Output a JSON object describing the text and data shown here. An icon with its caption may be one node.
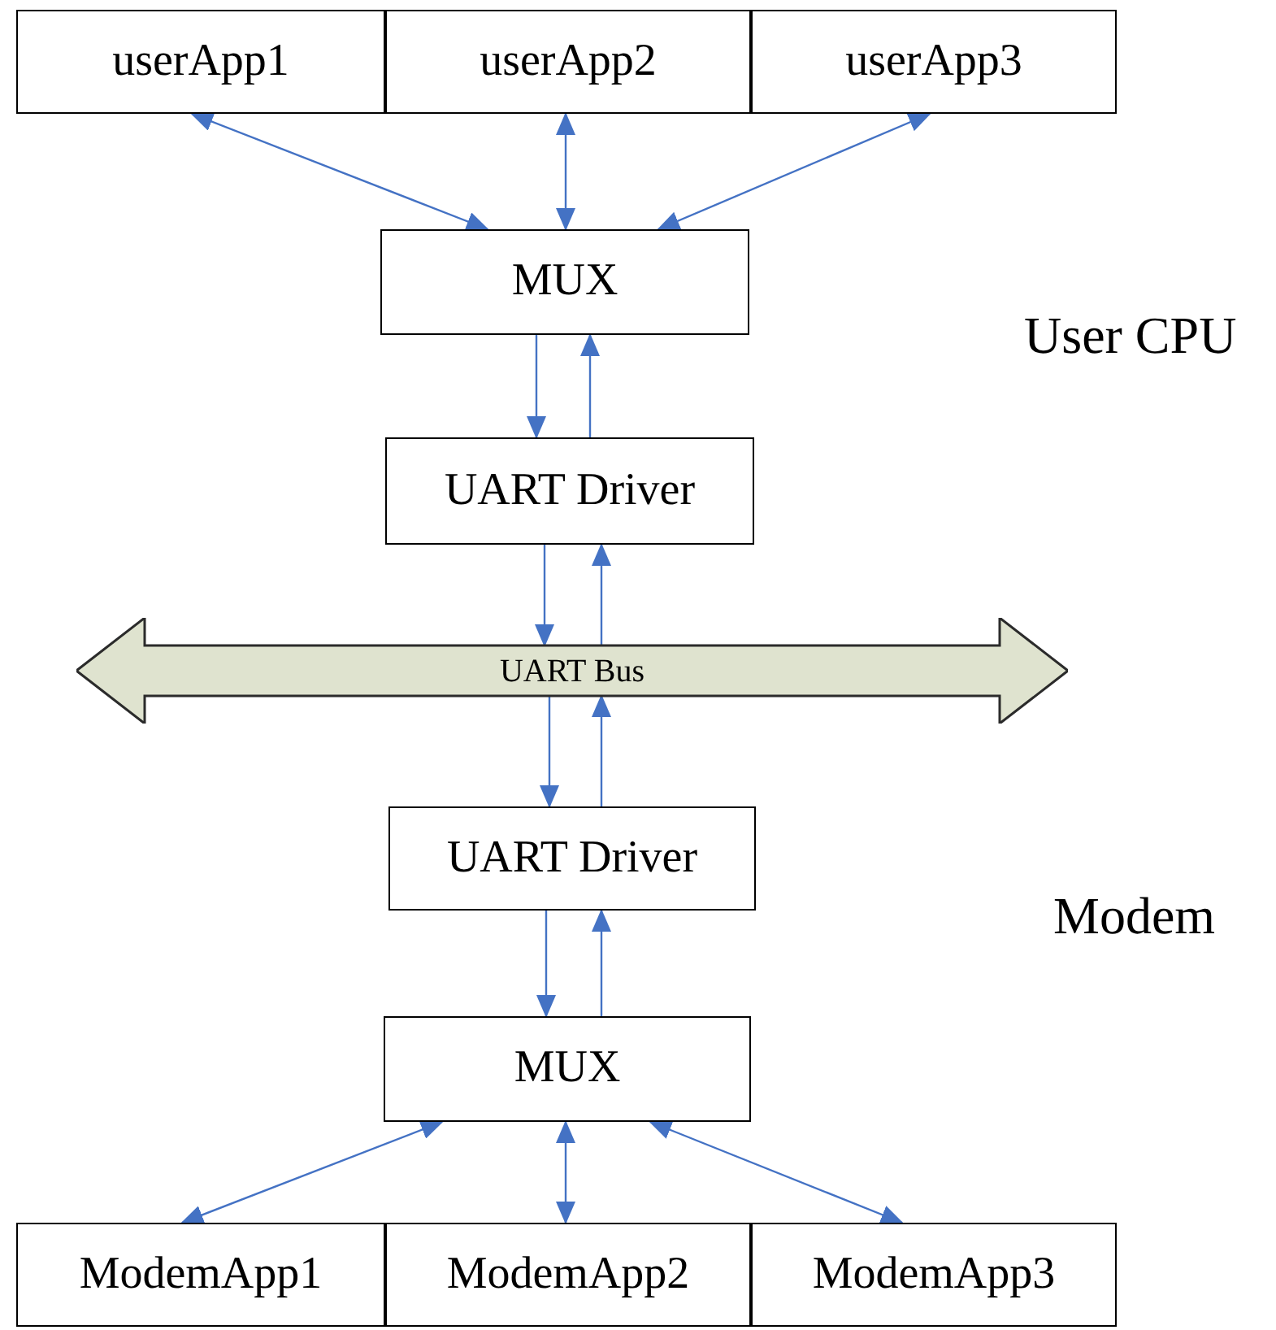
{
  "diagram": {
    "nodes": [
      {
        "text": [
          "userApp1"
        ]
      },
      {
        "text": [
          "userApp2"
        ]
      },
      {
        "text": [
          "userApp3"
        ]
      },
      {
        "text": [
          "MUX"
        ]
      },
      {
        "text": [
          "UART Driver"
        ]
      },
      {
        "text": [
          "UART Bus"
        ]
      },
      {
        "text": [
          "UART Driver"
        ]
      },
      {
        "text": [
          "MUX"
        ]
      },
      {
        "text": [
          "ModemApp1"
        ]
      },
      {
        "text": [
          "ModemApp2"
        ]
      },
      {
        "text": [
          "ModemApp3"
        ]
      }
    ],
    "edges": [
      {
        "from": 0,
        "to": 3,
        "arrow": "both"
      },
      {
        "from": 1,
        "to": 3,
        "arrow": "both"
      },
      {
        "from": 2,
        "to": 3,
        "arrow": "both"
      },
      {
        "from": 3,
        "to": 4,
        "arrow": "to"
      },
      {
        "from": 4,
        "to": 3,
        "arrow": "to"
      },
      {
        "from": 4,
        "to": 5,
        "arrow": "to"
      },
      {
        "from": 5,
        "to": 4,
        "arrow": "to"
      },
      {
        "from": 5,
        "to": 6,
        "arrow": "to"
      },
      {
        "from": 6,
        "to": 5,
        "arrow": "to"
      },
      {
        "from": 6,
        "to": 7,
        "arrow": "to"
      },
      {
        "from": 7,
        "to": 6,
        "arrow": "to"
      },
      {
        "from": 7,
        "to": 8,
        "arrow": "both"
      },
      {
        "from": 7,
        "to": 9,
        "arrow": "both"
      },
      {
        "from": 7,
        "to": 10,
        "arrow": "both"
      }
    ],
    "labels": [
      "User CPU",
      "Modem"
    ]
  }
}
